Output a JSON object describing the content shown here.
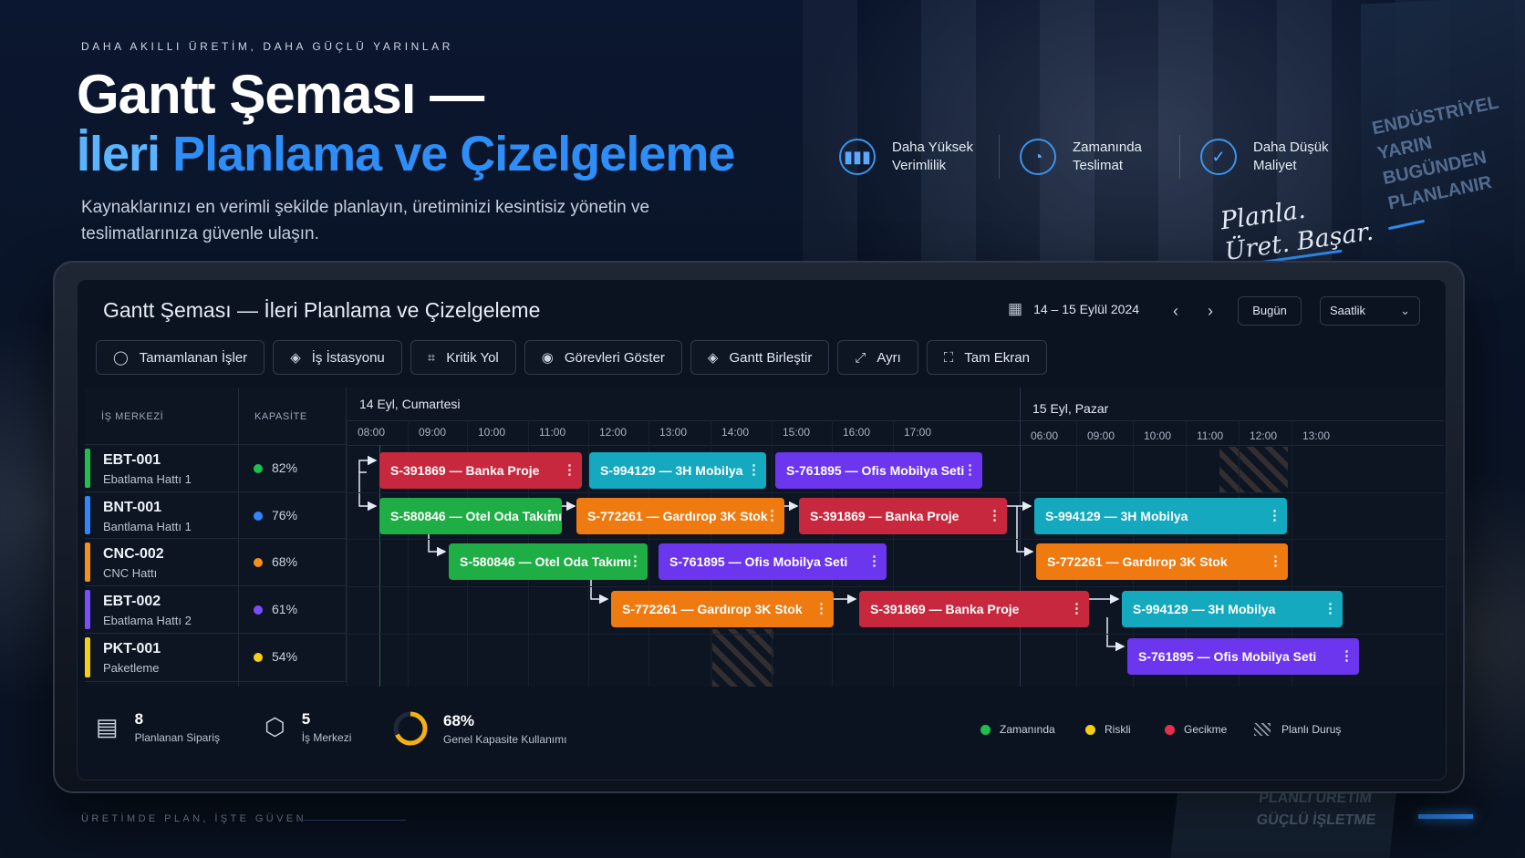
{
  "hero": {
    "tagline": "DAHA AKILLI ÜRETİM, DAHA GÜÇLÜ YARINLAR",
    "title_line1": "Gantt Şeması —",
    "title_line2_a": "İleri",
    "title_line2_b": "Planlama ve Çizelgeleme",
    "subtitle": "Kaynaklarınızı en verimli şekilde planlayın, üretiminizi kesintisiz yönetin ve teslimatlarınıza güvenle ulaşın."
  },
  "features": [
    {
      "icon": "bar-chart-icon",
      "label": "Daha Yüksek\nVerimlilik"
    },
    {
      "icon": "clock-icon",
      "label": "Zamanında\nTeslimat"
    },
    {
      "icon": "check-circle-icon",
      "label": "Daha Düşük\nMaliyet"
    }
  ],
  "signature": "Planla.\nÜret. Başar.",
  "wall_text": "ENDÜSTRİYEL\nYARIN\nBUGÜNDEN\nPLANLANIR",
  "bottom_tag": "ÜRETİMDE PLAN, İŞTE GÜVEN",
  "box_text": "PLANLI ÜRETİM\nGÜÇLÜ İŞLETME",
  "screen": {
    "title": "Gantt Şeması — İleri Planlama ve Çizelgeleme",
    "date_range": "14 – 15 Eylül 2024",
    "prev_icon": "chevron-left-icon",
    "next_icon": "chevron-right-icon",
    "today_label": "Bugün",
    "view_select": "Saatlik"
  },
  "toolbar": [
    {
      "label": "Tamamlanan İşler",
      "icon": "check-circle-icon"
    },
    {
      "label": "İş İstasyonu",
      "icon": "layers-icon"
    },
    {
      "label": "Kritik Yol",
      "icon": "crop-icon"
    },
    {
      "label": "Görevleri Göster",
      "icon": "eye-icon"
    },
    {
      "label": "Gantt Birleştir",
      "icon": "layers-icon"
    },
    {
      "label": "Ayrı",
      "icon": "expand-icon"
    },
    {
      "label": "Tam Ekran",
      "icon": "fullscreen-icon"
    }
  ],
  "table": {
    "col_work_center": "İŞ MERKEZİ",
    "col_capacity": "KAPASİTE",
    "rows": [
      {
        "code": "EBT-001",
        "name": "Ebatlama Hattı 1",
        "capacity": "82%",
        "color": "#1fbf4f"
      },
      {
        "code": "BNT-001",
        "name": "Bantlama Hattı 1",
        "capacity": "76%",
        "color": "#2f86ff"
      },
      {
        "code": "CNC-002",
        "name": "CNC Hattı",
        "capacity": "68%",
        "color": "#f39217"
      },
      {
        "code": "EBT-002",
        "name": "Ebatlama Hattı 2",
        "capacity": "61%",
        "color": "#7b4dff"
      },
      {
        "code": "PKT-001",
        "name": "Paketleme",
        "capacity": "54%",
        "color": "#f5cf14"
      }
    ]
  },
  "timeline": {
    "day1": "14 Eyl, Cumartesi",
    "day2": "15 Eyl, Pazar",
    "day1_hours": [
      "08:00",
      "09:00",
      "10:00",
      "11:00",
      "12:00",
      "13:00",
      "14:00",
      "15:00",
      "16:00",
      "17:00"
    ],
    "day2_hours": [
      "06:00",
      "09:00",
      "10:00",
      "11:00",
      "12:00",
      "13:00"
    ]
  },
  "tasks": [
    {
      "label": "S-391869 — Banka Proje",
      "row": 0,
      "color": "#c8283d"
    },
    {
      "label": "S-994129 — 3H Mobilya",
      "row": 0,
      "color": "#14a9bf"
    },
    {
      "label": "S-761895 — Ofis Mobilya Seti",
      "row": 0,
      "color": "#6c36ee"
    },
    {
      "label": "S-580846 — Otel Oda Takımı",
      "row": 1,
      "color": "#1fae45"
    },
    {
      "label": "S-772261 — Gardırop 3K Stok",
      "row": 1,
      "color": "#ee7a10"
    },
    {
      "label": "S-391869 — Banka Proje",
      "row": 1,
      "color": "#c8283d"
    },
    {
      "label": "S-994129 — 3H Mobilya",
      "row": 1,
      "color": "#14a9bf"
    },
    {
      "label": "S-580846 — Otel Oda Takımı",
      "row": 2,
      "color": "#1fae45"
    },
    {
      "label": "S-761895 — Ofis Mobilya Seti",
      "row": 2,
      "color": "#6c36ee"
    },
    {
      "label": "S-772261 — Gardırop 3K Stok",
      "row": 2,
      "color": "#ee7a10"
    },
    {
      "label": "S-772261 — Gardırop 3K Stok",
      "row": 3,
      "color": "#ee7a10"
    },
    {
      "label": "S-391869 — Banka Proje",
      "row": 3,
      "color": "#c8283d"
    },
    {
      "label": "S-994129 — 3H Mobilya",
      "row": 3,
      "color": "#14a9bf"
    },
    {
      "label": "S-761895 — Ofis Mobilya Seti",
      "row": 4,
      "color": "#6c36ee"
    }
  ],
  "footer": {
    "orders_value": "8",
    "orders_label": "Planlanan Sipariş",
    "centers_value": "5",
    "centers_label": "İş Merkezi",
    "capacity_value": "68%",
    "capacity_label": "Genel Kapasite Kullanımı",
    "capacity_fraction": 0.68,
    "legend": [
      {
        "label": "Zamanında",
        "color": "#1fbf4f"
      },
      {
        "label": "Riskli",
        "color": "#f5cf14"
      },
      {
        "label": "Gecikme",
        "color": "#e5304a"
      },
      {
        "label": "Planlı Duruş",
        "color": "hatch"
      }
    ]
  }
}
